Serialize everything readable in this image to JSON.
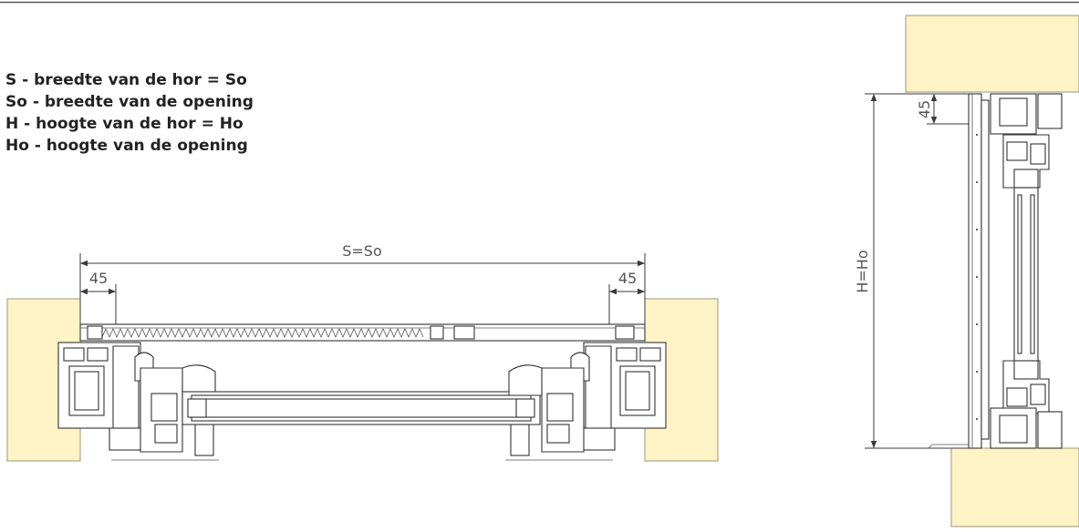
{
  "legend": {
    "line1": "S - breedte van de hor = So",
    "line2": "So - breedte van de opening",
    "line3": "H - hoogte van de hor = Ho",
    "line4": "Ho - hoogte van de opening"
  },
  "dimensions": {
    "width_label": "S=So",
    "height_label": "H=Ho",
    "offset_left": "45",
    "offset_right": "45",
    "offset_top": "45"
  },
  "colors": {
    "wall": "#fdf3c4",
    "wall_stroke": "#9a9a7a",
    "line": "#3a3a3a",
    "text": "#222222"
  }
}
